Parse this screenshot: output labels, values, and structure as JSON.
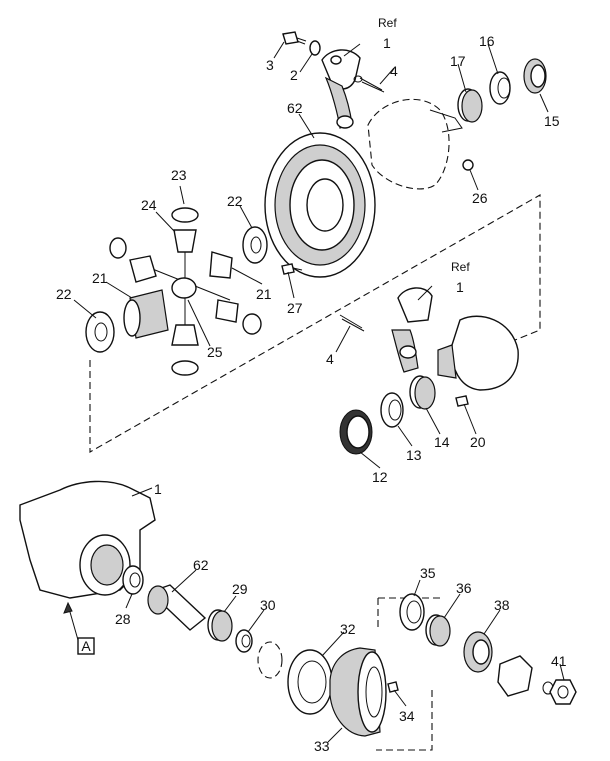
{
  "callouts": {
    "c3": "3",
    "c2": "2",
    "c1_top": "1",
    "ref_top": "Ref",
    "c4_top": "4",
    "c17": "17",
    "c16": "16",
    "c15": "15",
    "c62_top": "62",
    "c26": "26",
    "c23": "23",
    "c24": "24",
    "c22_upper": "22",
    "c21_right": "21",
    "c21_left": "21",
    "c22_left": "22",
    "c25": "25",
    "c27": "27",
    "ref_mid": "Ref",
    "c1_mid": "1",
    "c4_mid": "4",
    "c14": "14",
    "c13": "13",
    "c20": "20",
    "c12": "12",
    "c1_housing": "1",
    "c62_pinion": "62",
    "c29": "29",
    "c28": "28",
    "c30": "30",
    "c32": "32",
    "c33": "33",
    "c34": "34",
    "c35": "35",
    "c36": "36",
    "c38": "38",
    "c41": "41"
  },
  "view_marker": {
    "letter": "A"
  }
}
